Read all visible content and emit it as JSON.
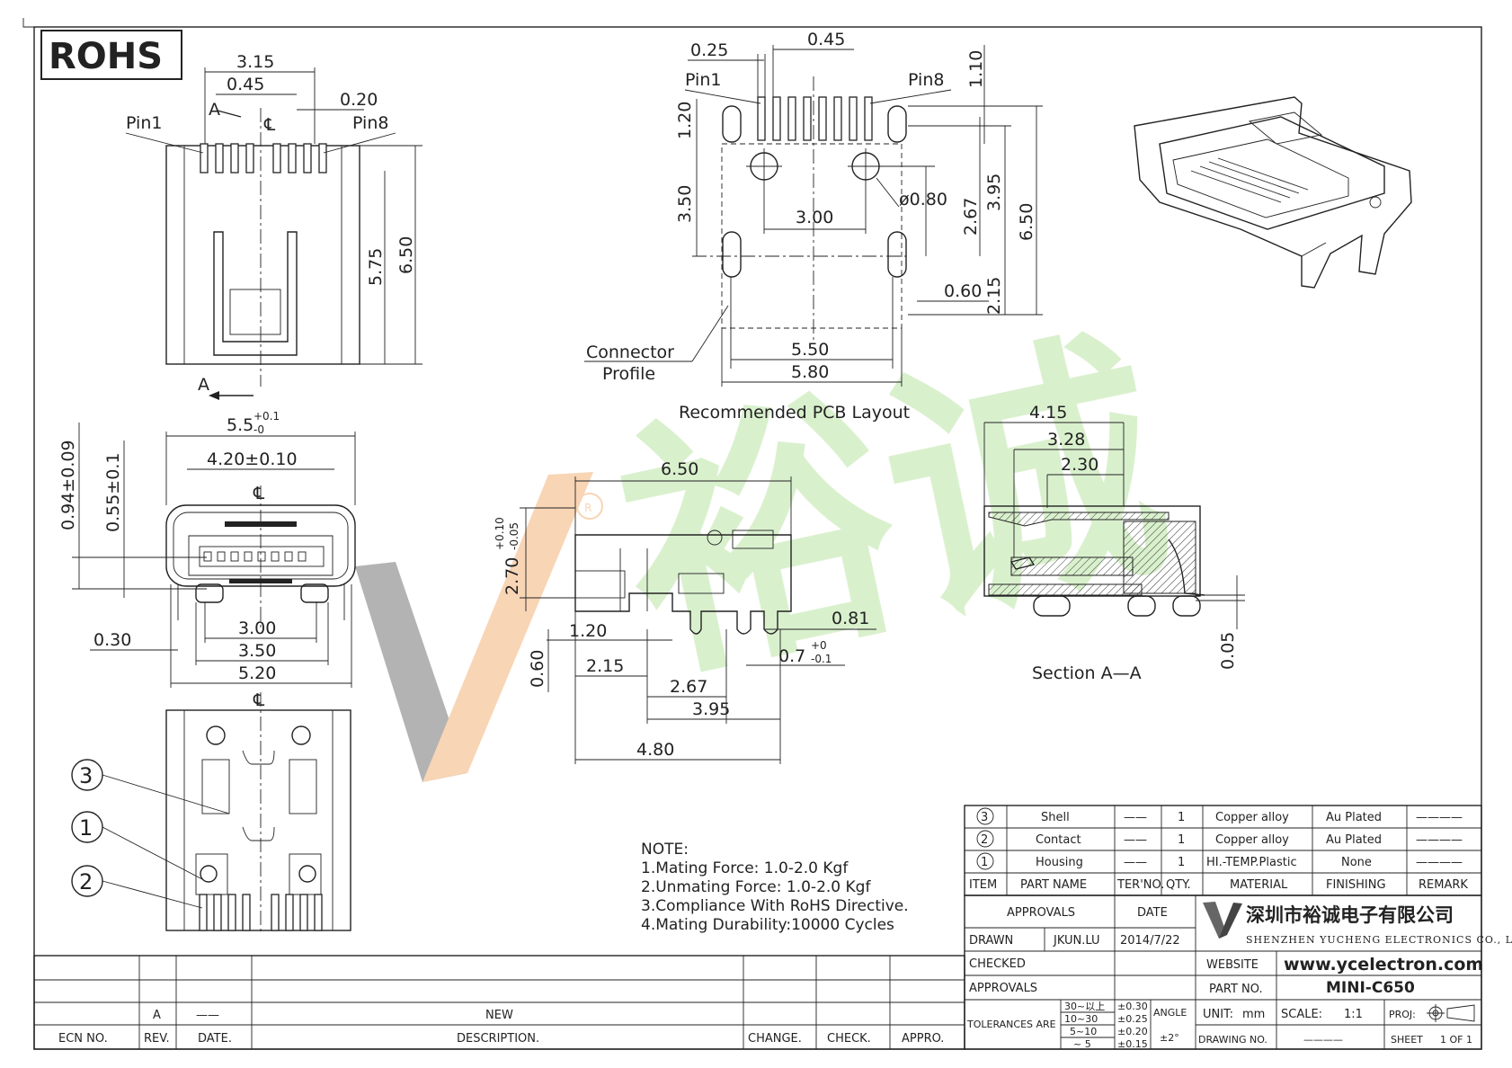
{
  "logo": "ROHS",
  "watermark": {
    "brand_text": "裕诚",
    "color_green": "#b8e3a0",
    "color_orange": "#f6c79d",
    "color_grey": "#9a9a9a"
  },
  "top_view": {
    "pin1": "Pin1",
    "pin8": "Pin8",
    "section_mark": "A",
    "d_315": "3.15",
    "d_045": "0.45",
    "d_020": "0.20",
    "d_575": "5.75",
    "d_650": "6.50"
  },
  "pcb_layout": {
    "title": "Recommended PCB Layout",
    "pin1": "Pin1",
    "pin8": "Pin8",
    "d_025": "0.25",
    "d_045": "0.45",
    "d_110": "1.10",
    "d_120": "1.20",
    "d_350": "3.50",
    "d_300": "3.00",
    "d_080": "ø0.80",
    "d_267": "2.67",
    "d_395": "3.95",
    "d_650": "6.50",
    "d_060": "0.60",
    "d_215": "2.15",
    "d_550": "5.50",
    "d_580": "5.80",
    "connector_profile_1": "Connector",
    "connector_profile_2": "Profile"
  },
  "front_view": {
    "d_55_main": "5.5",
    "d_55_tol_plus": "+0.1",
    "d_55_tol_minus": "-0",
    "d_420": "4.20±0.10",
    "d_094": "0.94±0.09",
    "d_055": "0.55±0.1",
    "d_030": "0.30",
    "d_300": "3.00",
    "d_350": "3.50",
    "d_520": "5.20"
  },
  "side_view": {
    "d_650": "6.50",
    "d_270_main": "2.70",
    "d_270_tol_plus": "+0.10",
    "d_270_tol_minus": "-0.05",
    "d_120": "1.20",
    "d_060": "0.60",
    "d_215": "2.15",
    "d_267": "2.67",
    "d_395": "3.95",
    "d_480": "4.80",
    "d_081": "0.81",
    "d_07_main": "0.7",
    "d_07_tol_plus": "+0",
    "d_07_tol_minus": "-0.1"
  },
  "section": {
    "title": "Section A—A",
    "d_415": "4.15",
    "d_328": "3.28",
    "d_230": "2.30",
    "d_005": "0.05"
  },
  "callouts": [
    "3",
    "1",
    "2"
  ],
  "notes": {
    "title": "NOTE:",
    "items": [
      "1.Mating Force: 1.0-2.0 Kgf",
      "2.Unmating Force: 1.0-2.0 Kgf",
      "3.Compliance With RoHS Directive.",
      "4.Mating Durability:10000 Cycles"
    ]
  },
  "bom": {
    "rows": [
      {
        "item": "3",
        "part_name": "Shell",
        "ter_no": "——",
        "qty": "1",
        "material": "Copper alloy",
        "finishing": "Au Plated",
        "remark": "————"
      },
      {
        "item": "2",
        "part_name": "Contact",
        "ter_no": "——",
        "qty": "1",
        "material": "Copper alloy",
        "finishing": "Au Plated",
        "remark": "————"
      },
      {
        "item": "1",
        "part_name": "Housing",
        "ter_no": "——",
        "qty": "1",
        "material": "HI.-TEMP.Plastic",
        "finishing": "None",
        "remark": "————"
      }
    ],
    "headers": {
      "item": "ITEM",
      "part_name": "PART NAME",
      "ter_no": "TER'NO.",
      "qty": "QTY.",
      "material": "MATERIAL",
      "finishing": "FINISHING",
      "remark": "REMARK"
    }
  },
  "title_block": {
    "approvals_label": "APPROVALS",
    "date_label": "DATE",
    "drawn_label": "DRAWN",
    "drawn_by": "JKUN.LU",
    "drawn_date": "2014/7/22",
    "checked_label": "CHECKED",
    "approvals2_label": "APPROVALS",
    "company_cn": "深圳市裕诚电子有限公司",
    "company_en": "SHENZHEN YUCHENG ELECTRONICS CO., LTD",
    "website_label": "WEBSITE",
    "website": "www.ycelectron.com",
    "part_no_label": "PART NO.",
    "part_no": "MINI-C650",
    "tolerances_label": "TOLERANCES ARE",
    "tol_ranges": [
      "30~以上",
      "10~30",
      "5~10",
      "~ 5"
    ],
    "tol_values": [
      "±0.30",
      "±0.25",
      "±0.20",
      "±0.15"
    ],
    "angle_label": "ANGLE",
    "angle_value": "±2°",
    "unit_label": "UNIT:",
    "unit_value": "mm",
    "scale_label": "SCALE:",
    "scale_value": "1:1",
    "proj_label": "PROJ:",
    "drawing_no_label": "DRAWING NO.",
    "drawing_no_value": "————",
    "sheet_label": "SHEET",
    "sheet_value": "1 OF 1"
  },
  "revision_block": {
    "rev_value": "A",
    "date_value": "——",
    "description_value": "NEW",
    "ecn_label": "ECN NO.",
    "rev_label": "REV.",
    "date_label": "DATE.",
    "description_label": "DESCRIPTION.",
    "change_label": "CHANGE.",
    "check_label": "CHECK.",
    "appro_label": "APPRO."
  }
}
